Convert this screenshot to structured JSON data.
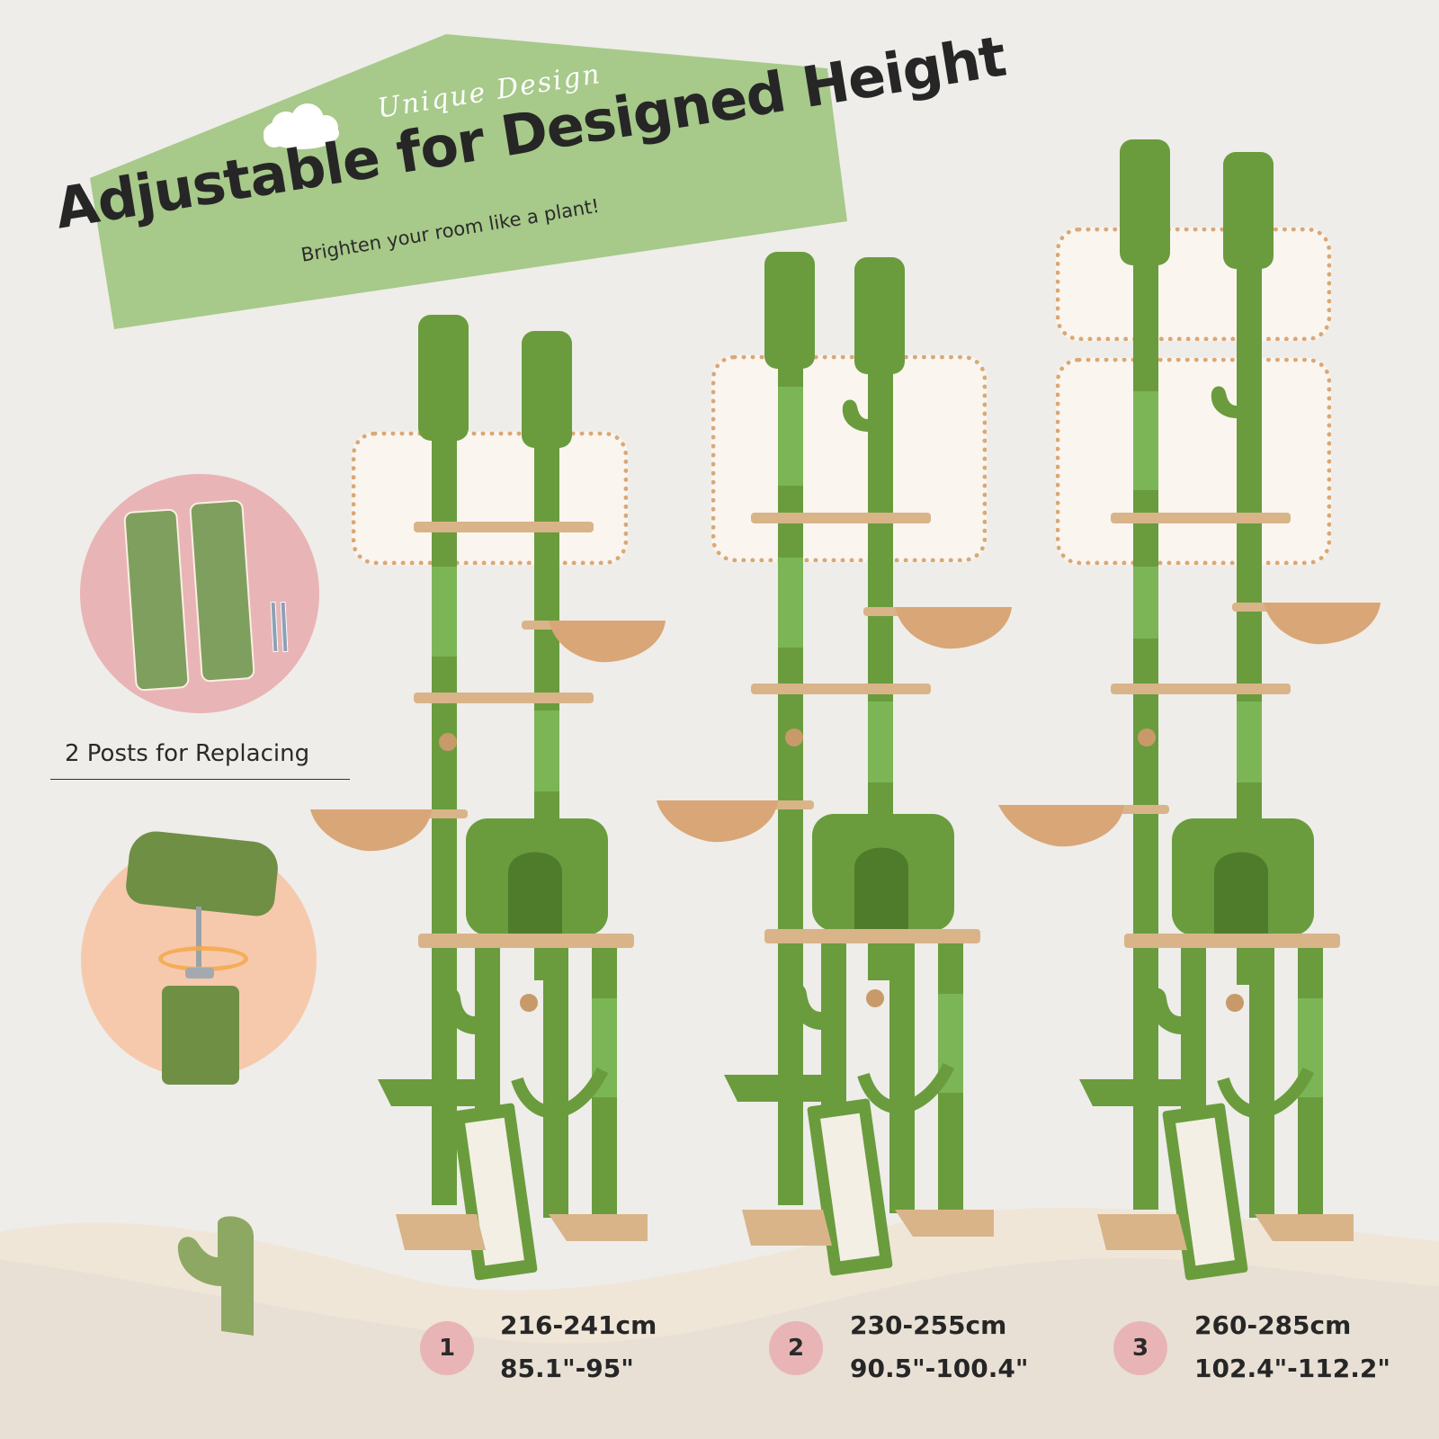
{
  "banner": {
    "tagline": "Unique Design",
    "title": "Adjustable for Designed Height",
    "subtitle": "Brighten your room like a plant!",
    "color": "#a7c98a",
    "icon": "cloud-icon"
  },
  "features": {
    "posts_label": "2 Posts for Replacing",
    "posts_circle_color": "#e9b4b5",
    "install_circle_color": "#f6c9ad"
  },
  "heights": [
    {
      "number": "1",
      "cm": "216-241cm",
      "inch": "85.1\"-95\""
    },
    {
      "number": "2",
      "cm": "230-255cm",
      "inch": "90.5\"-100.4\""
    },
    {
      "number": "3",
      "cm": "260-285cm",
      "inch": "102.4\"-112.2\""
    }
  ],
  "colors": {
    "background": "#eeede9",
    "post_green": "#6a9c3e",
    "sisal_green": "#7cb556",
    "platform_beige": "#d9b489",
    "badge_pink": "#e9b4b5",
    "ground": "#e8e0d5"
  }
}
